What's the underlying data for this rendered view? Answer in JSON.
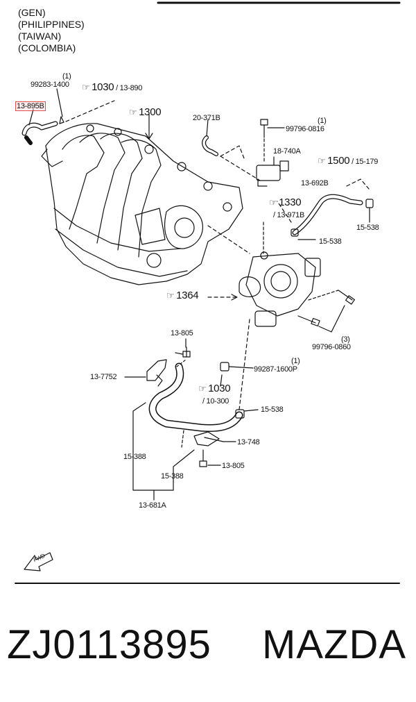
{
  "markets": [
    "(GEN)",
    "(PHILIPPINES)",
    "(TAIWAN)",
    "(COLOMBIA)"
  ],
  "callouts": {
    "q_99283_1400": "(1)",
    "p_99283_1400": "99283-1400",
    "p_13_895b": "13-895B",
    "ref_1030_top_big": "1030",
    "ref_1030_top_small": "/ 13-890",
    "ref_1300": "1300",
    "p_20_371b": "20-371B",
    "q_99796_0816": "(1)",
    "p_99796_0816": "99796-0816",
    "p_18_740a": "18-740A",
    "ref_1500_big": "1500",
    "ref_1500_small": "/ 15-179",
    "p_13_692b": "13-692B",
    "ref_1330_big": "1330",
    "ref_1330_small": "/ 13-971B",
    "p_15_538_a": "15-538",
    "p_15_538_b": "15-538",
    "ref_1364": "1364",
    "q_99796_0860": "(3)",
    "p_99796_0860": "99796-0860",
    "p_13_805_top": "13-805",
    "q_99287_1600p": "(1)",
    "p_99287_1600p": "99287-1600P",
    "p_13_7752": "13-7752",
    "ref_1030_bot_big": "1030",
    "ref_1030_bot_small": "/ 10-300",
    "p_15_538_c": "15-538",
    "p_13_748": "13-748",
    "p_15_388_left": "15-388",
    "p_15_388_right": "15-388",
    "p_13_805_bot": "13-805",
    "p_13_681a": "13-681A",
    "fwd": "FWD"
  },
  "footer": {
    "part_number": "ZJ0113895",
    "brand": "MAZDA"
  },
  "colors": {
    "highlight": "#e05050",
    "ink": "#111111"
  }
}
